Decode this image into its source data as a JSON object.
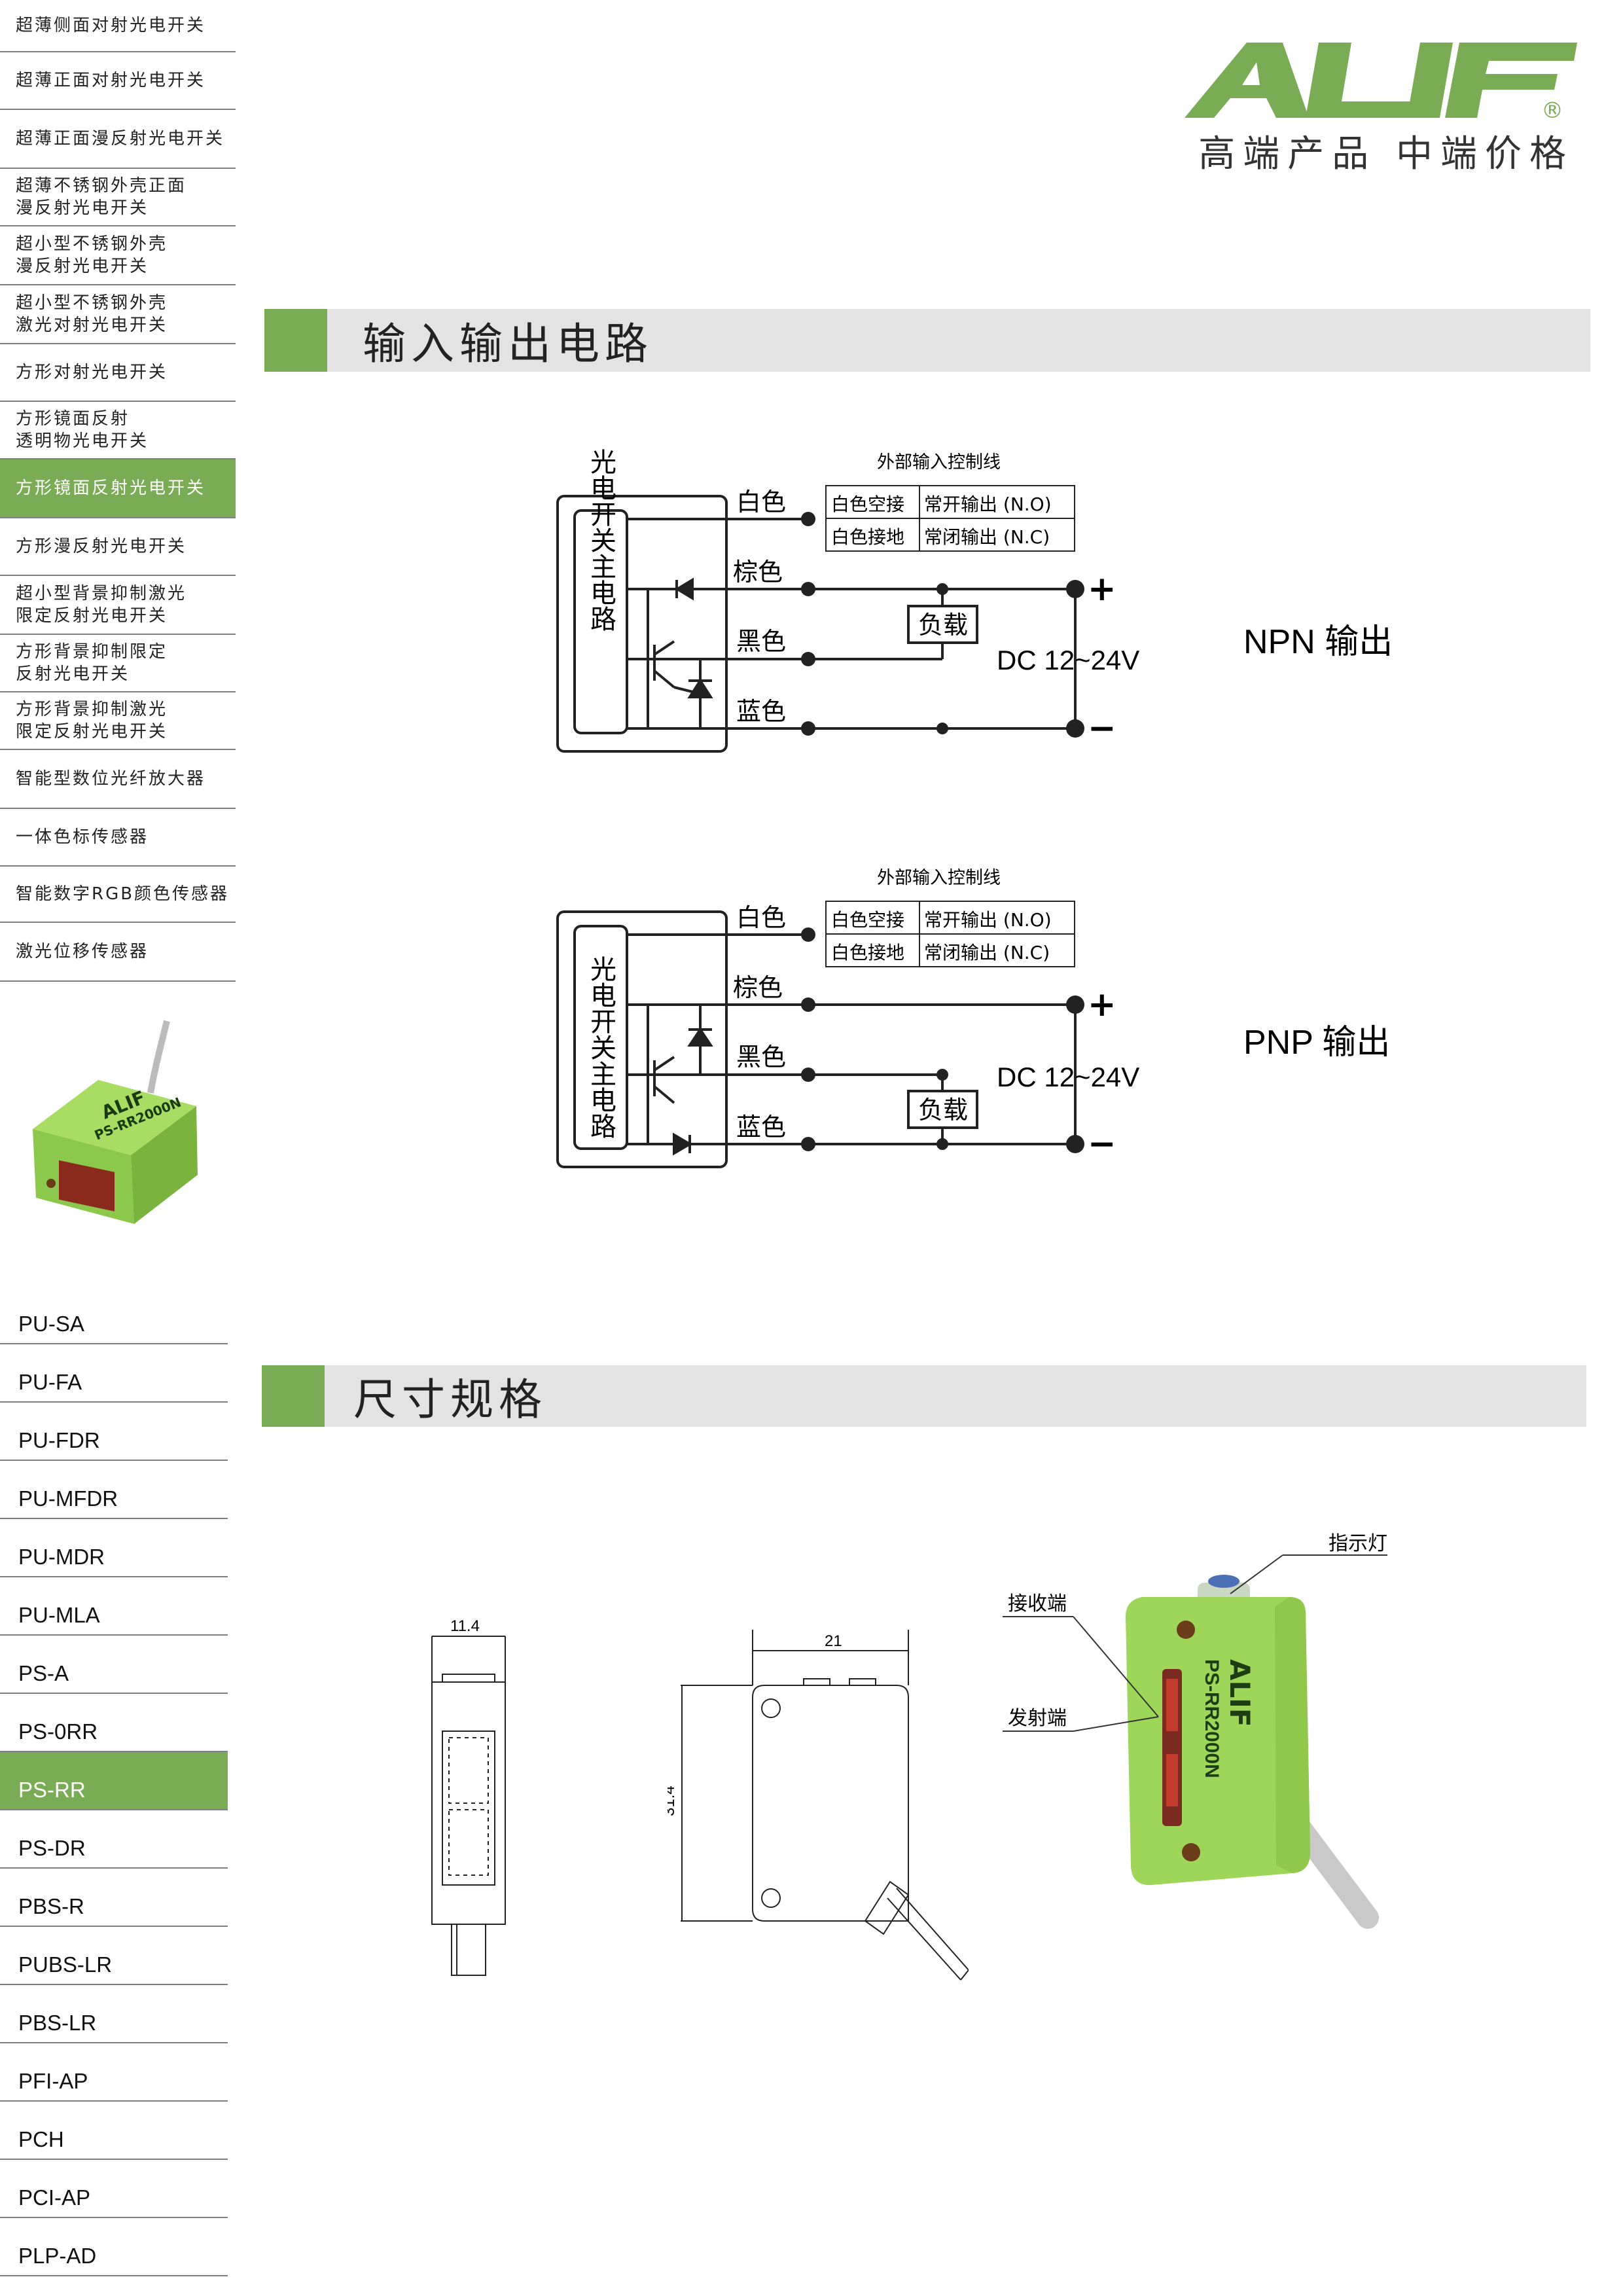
{
  "brand": {
    "logo_text": "ALIF",
    "registered": "®",
    "tagline": "高端产品  中端价格"
  },
  "sidebar": {
    "categories": [
      "超薄侧面对射光电开关",
      "超薄正面对射光电开关",
      "超薄正面漫反射光电开关",
      "超薄不锈钢外壳正面\n漫反射光电开关",
      "超小型不锈钢外壳\n漫反射光电开关",
      "超小型不锈钢外壳\n激光对射光电开关",
      "方形对射光电开关",
      "方形镜面反射\n透明物光电开关",
      "方形镜面反射光电开关",
      "方形漫反射光电开关",
      "超小型背景抑制激光\n限定反射光电开关",
      "方形背景抑制限定\n反射光电开关",
      "方形背景抑制激光\n限定反射光电开关",
      "智能型数位光纤放大器",
      "一体色标传感器",
      "智能数字RGB颜色传感器",
      "激光位移传感器"
    ],
    "active_category": "方形镜面反射光电开关",
    "product_label": "PS-RR2000N",
    "models": [
      "PU-SA",
      "PU-FA",
      "PU-FDR",
      "PU-MFDR",
      "PU-MDR",
      "PU-MLA",
      "PS-A",
      "PS-0RR",
      "PS-RR",
      "PS-DR",
      "PBS-R",
      "PUBS-LR",
      "PBS-LR",
      "PFI-AP",
      "PCH",
      "PCI-AP",
      "PLP-AD"
    ],
    "active_model": "PS-RR"
  },
  "section1": {
    "title": "输入输出电路"
  },
  "npn": {
    "box_label": "光电开关主电路",
    "ext_title": "外部输入控制线",
    "wires": [
      "白色",
      "棕色",
      "黑色",
      "蓝色"
    ],
    "table": [
      [
        "白色空接",
        "常开输出 (N.O)"
      ],
      [
        "白色接地",
        "常闭输出 (N.C)"
      ]
    ],
    "load": "负载",
    "supply": "DC 12~24V",
    "plus": "+",
    "minus": "−",
    "output_label": "NPN 输出"
  },
  "pnp": {
    "box_label": "光电开关主电路",
    "ext_title": "外部输入控制线",
    "wires": [
      "白色",
      "棕色",
      "黑色",
      "蓝色"
    ],
    "table": [
      [
        "白色空接",
        "常开输出 (N.O)"
      ],
      [
        "白色接地",
        "常闭输出 (N.C)"
      ]
    ],
    "load": "负载",
    "supply": "DC 12~24V",
    "plus": "+",
    "minus": "−",
    "output_label": "PNP 输出"
  },
  "section2": {
    "title": "尺寸规格"
  },
  "dimensions": {
    "width_side": "11.4",
    "width_front": "21",
    "height": "31.4"
  },
  "photo_labels": {
    "indicator": "指示灯",
    "receiver": "接收端",
    "emitter": "发射端",
    "model": "PS-RR2000N"
  },
  "colors": {
    "accent_green": "#7aac55",
    "header_gray": "#e3e3e3",
    "sensor_green": "#9ed65a"
  }
}
